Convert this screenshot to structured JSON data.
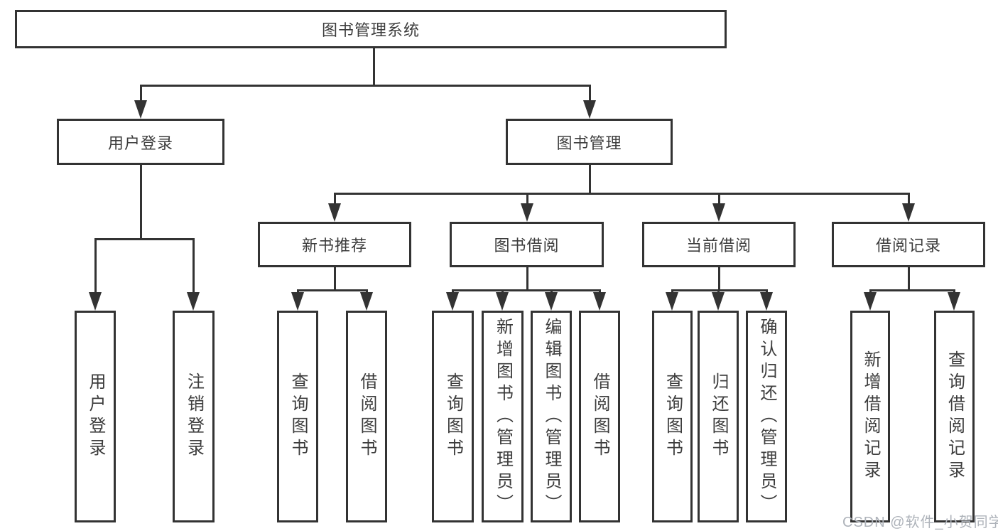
{
  "diagram": {
    "title": "图书管理系统",
    "watermark": "CSDN @软件_小贺同学",
    "colors": {
      "line": "#333333",
      "text": "#3d3d3d",
      "background": "#ffffff",
      "watermark": "#aeb3ba"
    },
    "tree": {
      "root": {
        "label": "图书管理系统"
      },
      "branches": [
        {
          "label": "用户登录",
          "children": [
            {
              "label": "用户登录"
            },
            {
              "label": "注销登录"
            }
          ]
        },
        {
          "label": "图书管理",
          "children": [
            {
              "label": "新书推荐",
              "children": [
                {
                  "label": "查询图书"
                },
                {
                  "label": "借阅图书"
                }
              ]
            },
            {
              "label": "图书借阅",
              "children": [
                {
                  "label": "查询图书"
                },
                {
                  "label": "新增图书（管理员）"
                },
                {
                  "label": "编辑图书（管理员）"
                },
                {
                  "label": "借阅图书"
                }
              ]
            },
            {
              "label": "当前借阅",
              "children": [
                {
                  "label": "查询图书"
                },
                {
                  "label": "归还图书"
                },
                {
                  "label": "确认归还（管理员）"
                }
              ]
            },
            {
              "label": "借阅记录",
              "children": [
                {
                  "label": "新增借阅记录"
                },
                {
                  "label": "查询借阅记录"
                }
              ]
            }
          ]
        }
      ]
    }
  }
}
